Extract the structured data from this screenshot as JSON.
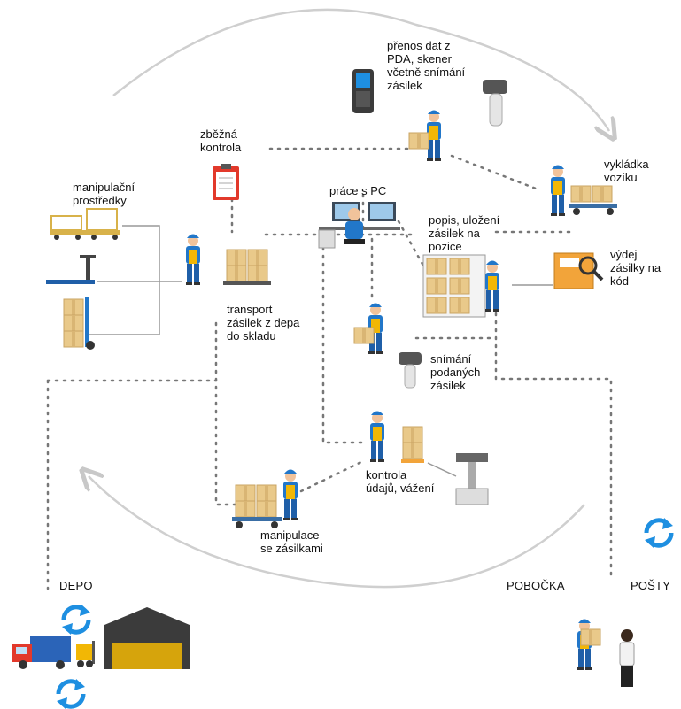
{
  "labels": {
    "pda": [
      "přenos dat z",
      "PDA, skener",
      "včetně snímání",
      "zásilek"
    ],
    "quick_check": [
      "zběžná",
      "kontrola"
    ],
    "handling_tools": [
      "manipulační",
      "prostředky"
    ],
    "pc_work": [
      "práce s PC"
    ],
    "unload_cart": [
      "vykládka",
      "vozíku"
    ],
    "describe_store": [
      "popis, uložení",
      "zásilek na",
      "pozice"
    ],
    "issue_by_code": [
      "výdej",
      "zásilky na",
      "kód"
    ],
    "transport": [
      "transport",
      "zásilek z depa",
      "do skladu"
    ],
    "scan_submitted": [
      "snímání",
      "podaných",
      "zásilek"
    ],
    "check_weigh": [
      "kontrola",
      "údajů, vážení"
    ],
    "handling_parcels": [
      "manipulace",
      "se zásilkami"
    ],
    "depo": "DEPO",
    "branch": "POBOČKA",
    "posts": "POŠTY"
  },
  "colors": {
    "worker_blue": "#2277c9",
    "worker_yellow": "#f2b705",
    "box": "#e9c98a",
    "arrow_blue": "#1e8fe1",
    "dots": "#777777",
    "arc": "#cfcfcf",
    "truck_red": "#e2392b"
  }
}
